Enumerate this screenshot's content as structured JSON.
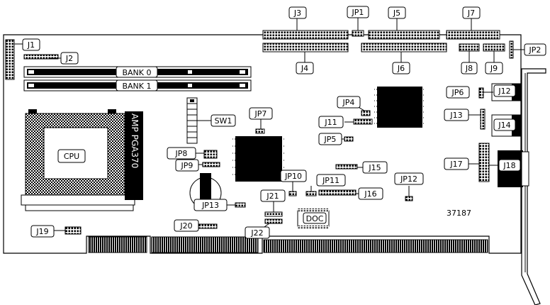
{
  "labels": {
    "j1": "J1",
    "j2": "J2",
    "j3": "J3",
    "j4": "J4",
    "j5": "J5",
    "j6": "J6",
    "j7": "J7",
    "j8": "J8",
    "j9": "J9",
    "j11": "J11",
    "j12": "J12",
    "j13": "J13",
    "j14": "J14",
    "j15": "J15",
    "j16": "J16",
    "j17": "J17",
    "j18": "J18",
    "j19": "J19",
    "j20": "J20",
    "j21": "J21",
    "j22": "J22",
    "jp1": "JP1",
    "jp2": "JP2",
    "jp4": "JP4",
    "jp5": "JP5",
    "jp6": "JP6",
    "jp7": "JP7",
    "jp8": "JP8",
    "jp9": "JP9",
    "jp10": "JP10",
    "jp11": "JP11",
    "jp12": "JP12",
    "jp13": "JP13",
    "sw1": "SW1",
    "bank0": "BANK 0",
    "bank1": "BANK 1",
    "cpu": "CPU",
    "socket": "AMP PGA370",
    "doc": "DOC",
    "partno": "37187"
  }
}
